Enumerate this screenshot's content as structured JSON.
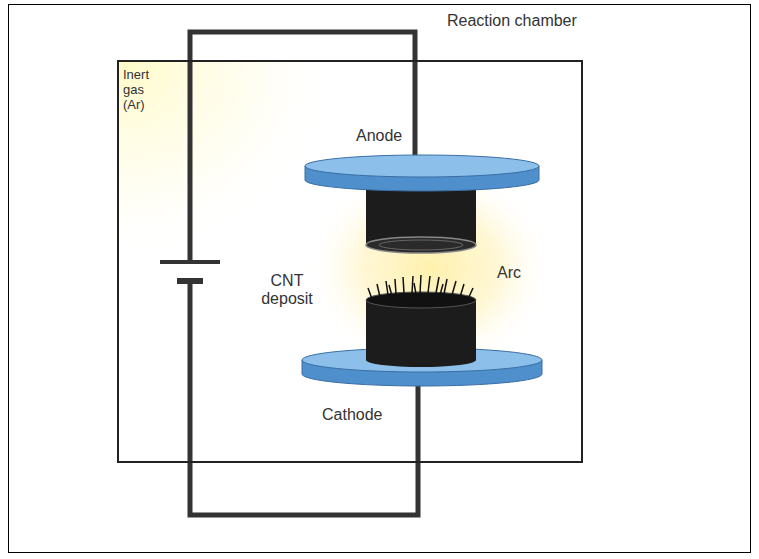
{
  "diagram": {
    "nodes": [
      {
        "text": [
          "Reaction chamber"
        ]
      }
    ],
    "labels": [
      "Inert gas (Ar)",
      "Anode",
      "Arc",
      "CNT deposit",
      "Cathode"
    ]
  }
}
